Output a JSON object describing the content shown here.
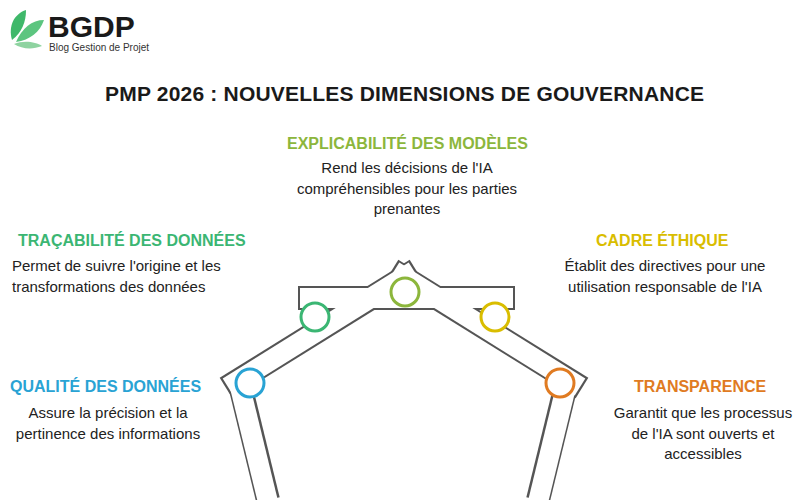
{
  "diagram": {
    "title": "PMP 2026 : NOUVELLES DIMENSIONS DE GOUVERNANCE",
    "labels": [
      "BGDP",
      "Blog Gestion de Projet",
      "EXPLICABILITÉ DES MODÈLES",
      "Rend les décisions de l'IA compréhensibles pour les parties prenantes",
      "TRAÇABILITÉ DES DONNÉES",
      "Permet de suivre l'origine et les transformations des données",
      "CADRE ÉTHIQUE",
      "Établit des directives pour une utilisation responsable de l'IA",
      "QUALITÉ DES DONNÉES",
      "Assure la précision et la pertinence des informations",
      "TRANSPARENCE",
      "Garantit que les processus de l'IA sont ouverts et accessibles"
    ]
  }
}
